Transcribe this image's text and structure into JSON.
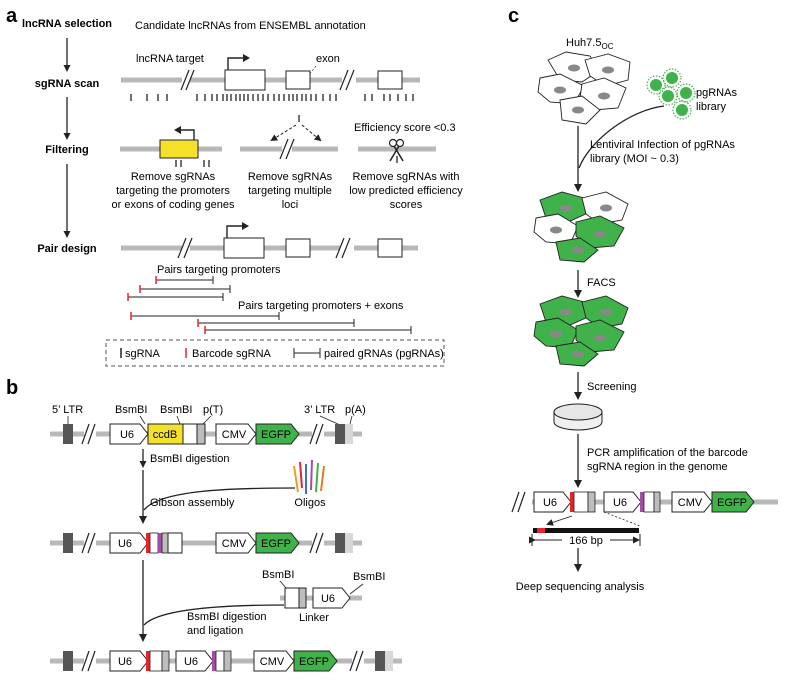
{
  "panel_labels": {
    "a": "a",
    "b": "b",
    "c": "c"
  },
  "panel_a": {
    "steps": [
      "lncRNA selection",
      "sgRNA scan",
      "Filtering",
      "Pair design"
    ],
    "candidate_text": "Candidate lncRNAs from ENSEMBL annotation",
    "lncrna_target": "lncRNA target",
    "exon": "exon",
    "efficiency": "Efficiency score <0.3",
    "filter1": [
      "Remove sgRNAs",
      "targeting the promoters",
      "or exons of coding genes"
    ],
    "filter2": [
      "Remove sgRNAs",
      "targeting multiple",
      "loci"
    ],
    "filter3": [
      "Remove sgRNAs with",
      "low predicted efficiency",
      "scores"
    ],
    "pairs_promoters": "Pairs targeting promoters",
    "pairs_promoters_exons": "Pairs targeting promoters + exons",
    "legend": {
      "sgrna": "sgRNA",
      "barcode": "Barcode sgRNA",
      "paired": "paired gRNAs (pgRNAs)"
    }
  },
  "panel_b": {
    "ltr5": "5’ LTR",
    "bsmbi": "BsmBI",
    "pT": "p(T)",
    "ltr3": "3’ LTR",
    "pA": "p(A)",
    "u6": "U6",
    "ccdb": "ccdB",
    "cmv": "CMV",
    "egfp": "EGFP",
    "digestion": "BsmBI digestion",
    "oligos": "Oligos",
    "gibson": "Gibson assembly",
    "linker": "Linker",
    "digest_ligation": [
      "BsmBI digestion",
      "and ligation"
    ]
  },
  "panel_c": {
    "huh_main": "Huh7.5",
    "huh_sub": "OC",
    "library": [
      "pgRNAs",
      "library"
    ],
    "infection": [
      "Lentiviral Infection of pgRNAs",
      "library (MOI ~ 0.3)"
    ],
    "facs": "FACS",
    "screening": "Screening",
    "pcr": [
      "PCR amplification of the barcode",
      "sgRNA region in the genome"
    ],
    "bp": "166 bp",
    "deep": "Deep sequencing analysis"
  },
  "colors": {
    "ccdb": "#f5e12a",
    "egfp": "#3fb24a",
    "barcode": "#e8232a",
    "sgrna_mark": "#a64ca6",
    "gray_line": "#b8b8b8",
    "ltr": "#555555"
  }
}
